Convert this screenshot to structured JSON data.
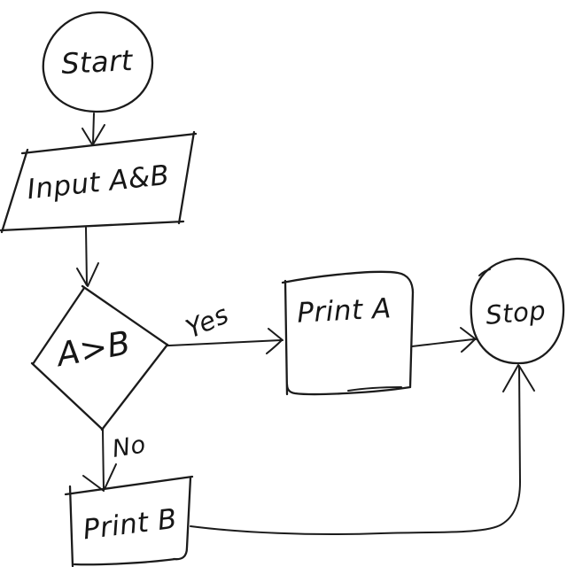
{
  "diagram": {
    "type": "hand-drawn-flowchart",
    "background_color": "#ffffff",
    "ink_color": "#1b1b1b",
    "nodes": [
      {
        "id": "start",
        "shape": "terminator-circle",
        "label": "Start"
      },
      {
        "id": "input",
        "shape": "parallelogram",
        "label": "Input A&B"
      },
      {
        "id": "decision",
        "shape": "diamond",
        "label": "A>B"
      },
      {
        "id": "print-a",
        "shape": "rectangle",
        "label": "Print A"
      },
      {
        "id": "print-b",
        "shape": "rectangle",
        "label": "Print B"
      },
      {
        "id": "stop",
        "shape": "terminator-circle",
        "label": "Stop"
      }
    ],
    "edges": [
      {
        "from": "start",
        "to": "input",
        "label": ""
      },
      {
        "from": "input",
        "to": "decision",
        "label": ""
      },
      {
        "from": "decision",
        "to": "print-a",
        "label": "Yes"
      },
      {
        "from": "decision",
        "to": "print-b",
        "label": "No"
      },
      {
        "from": "print-a",
        "to": "stop",
        "label": ""
      },
      {
        "from": "print-b",
        "to": "stop",
        "label": ""
      }
    ]
  }
}
